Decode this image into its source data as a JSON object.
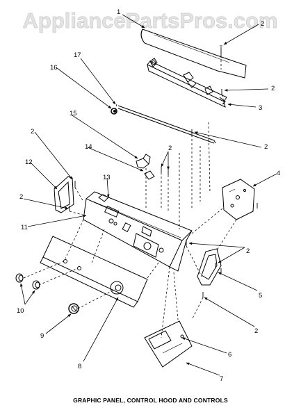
{
  "watermark": {
    "text": "AppliancePartsPros.com"
  },
  "caption": {
    "text": "GRAPHIC PANEL, CONTROL HOOD AND CONTROLS"
  },
  "callouts": [
    {
      "label": "1"
    },
    {
      "label": "2"
    },
    {
      "label": "2"
    },
    {
      "label": "3"
    },
    {
      "label": "17"
    },
    {
      "label": "16"
    },
    {
      "label": "15"
    },
    {
      "label": "2"
    },
    {
      "label": "14"
    },
    {
      "label": "2"
    },
    {
      "label": "2"
    },
    {
      "label": "12"
    },
    {
      "label": "13"
    },
    {
      "label": "4"
    },
    {
      "label": "2"
    },
    {
      "label": "11"
    },
    {
      "label": "2"
    },
    {
      "label": "5"
    },
    {
      "label": "10"
    },
    {
      "label": "2"
    },
    {
      "label": "9"
    },
    {
      "label": "6"
    },
    {
      "label": "8"
    },
    {
      "label": "7"
    }
  ]
}
